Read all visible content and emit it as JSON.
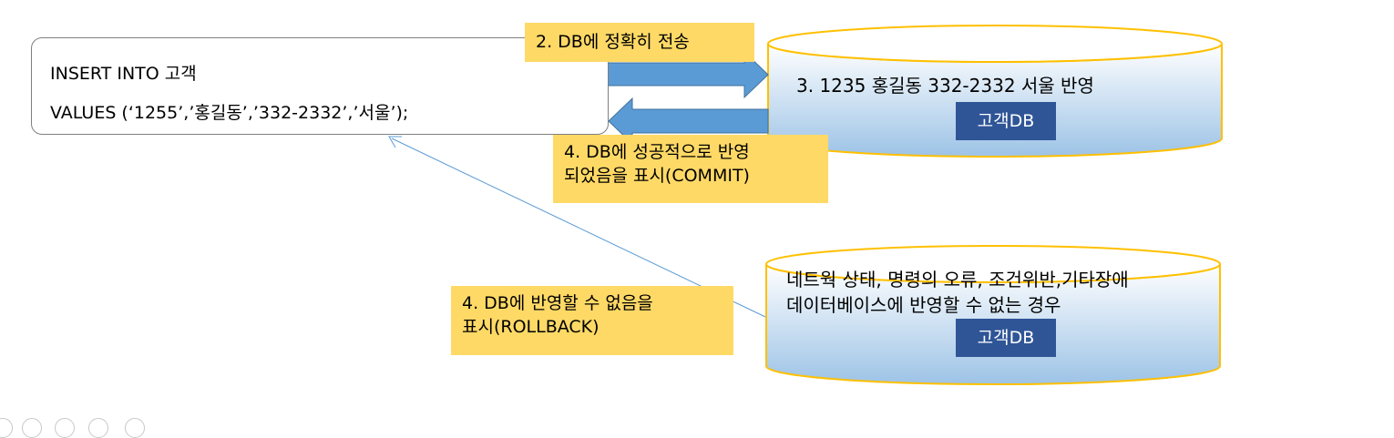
{
  "sql": {
    "line1": "INSERT   INTO 고객",
    "line2": "VALUES (‘1255’,’홍길동’,’332-2332’,’서울’);"
  },
  "notes": {
    "send": "2. DB에 정확히 전송",
    "commit_line1": "4. DB에 성공적으로 반영",
    "commit_line2": "되었음을 표시(COMMIT)",
    "rollback_line1": "4. DB에 반영할 수 없음을",
    "rollback_line2": "표시(ROLLBACK)"
  },
  "db_top": {
    "record": "3. 1235    홍길동     332-2332  서울    반영",
    "label": "고객DB"
  },
  "db_bottom": {
    "line1": "네트웍 상태, 명령의 오류, 조건위반,기타장애",
    "line2": "데이터베이스에  반영할 수 없는 경우",
    "label": "고객DB"
  },
  "colors": {
    "note_fill": "#ffd966",
    "arrow_fill": "#5b9bd5",
    "db_border": "#ffc000",
    "db_label_fill": "#2f5597"
  },
  "toolbar": {
    "icons": [
      "edit-icon",
      "slides-icon",
      "zoom-icon",
      "video-icon",
      "more-icon"
    ]
  }
}
